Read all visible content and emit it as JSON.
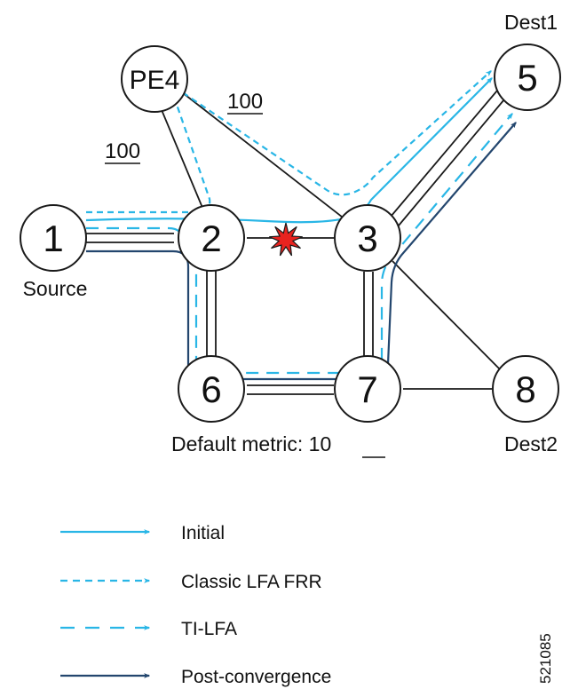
{
  "nodes": {
    "pe4": "PE4",
    "n1": "1",
    "n2": "2",
    "n3": "3",
    "n5": "5",
    "n6": "6",
    "n7": "7",
    "n8": "8"
  },
  "labels": {
    "source": "Source",
    "dest1": "Dest1",
    "dest2": "Dest2",
    "metric_pe4_3": "100",
    "metric_pe4_2": "100",
    "default_metric_prefix": "Default metric: ",
    "default_metric_value": "10",
    "figure_id": "521085"
  },
  "legend": {
    "initial": "Initial",
    "classic_lfa": "Classic LFA FRR",
    "ti_lfa": "TI-LFA",
    "post_convergence": "Post-convergence"
  },
  "colors": {
    "initial": "#29b6e6",
    "classic_lfa": "#29b6e6",
    "ti_lfa": "#29b6e6",
    "post_convergence": "#23466e",
    "failure": "#e8231f"
  }
}
